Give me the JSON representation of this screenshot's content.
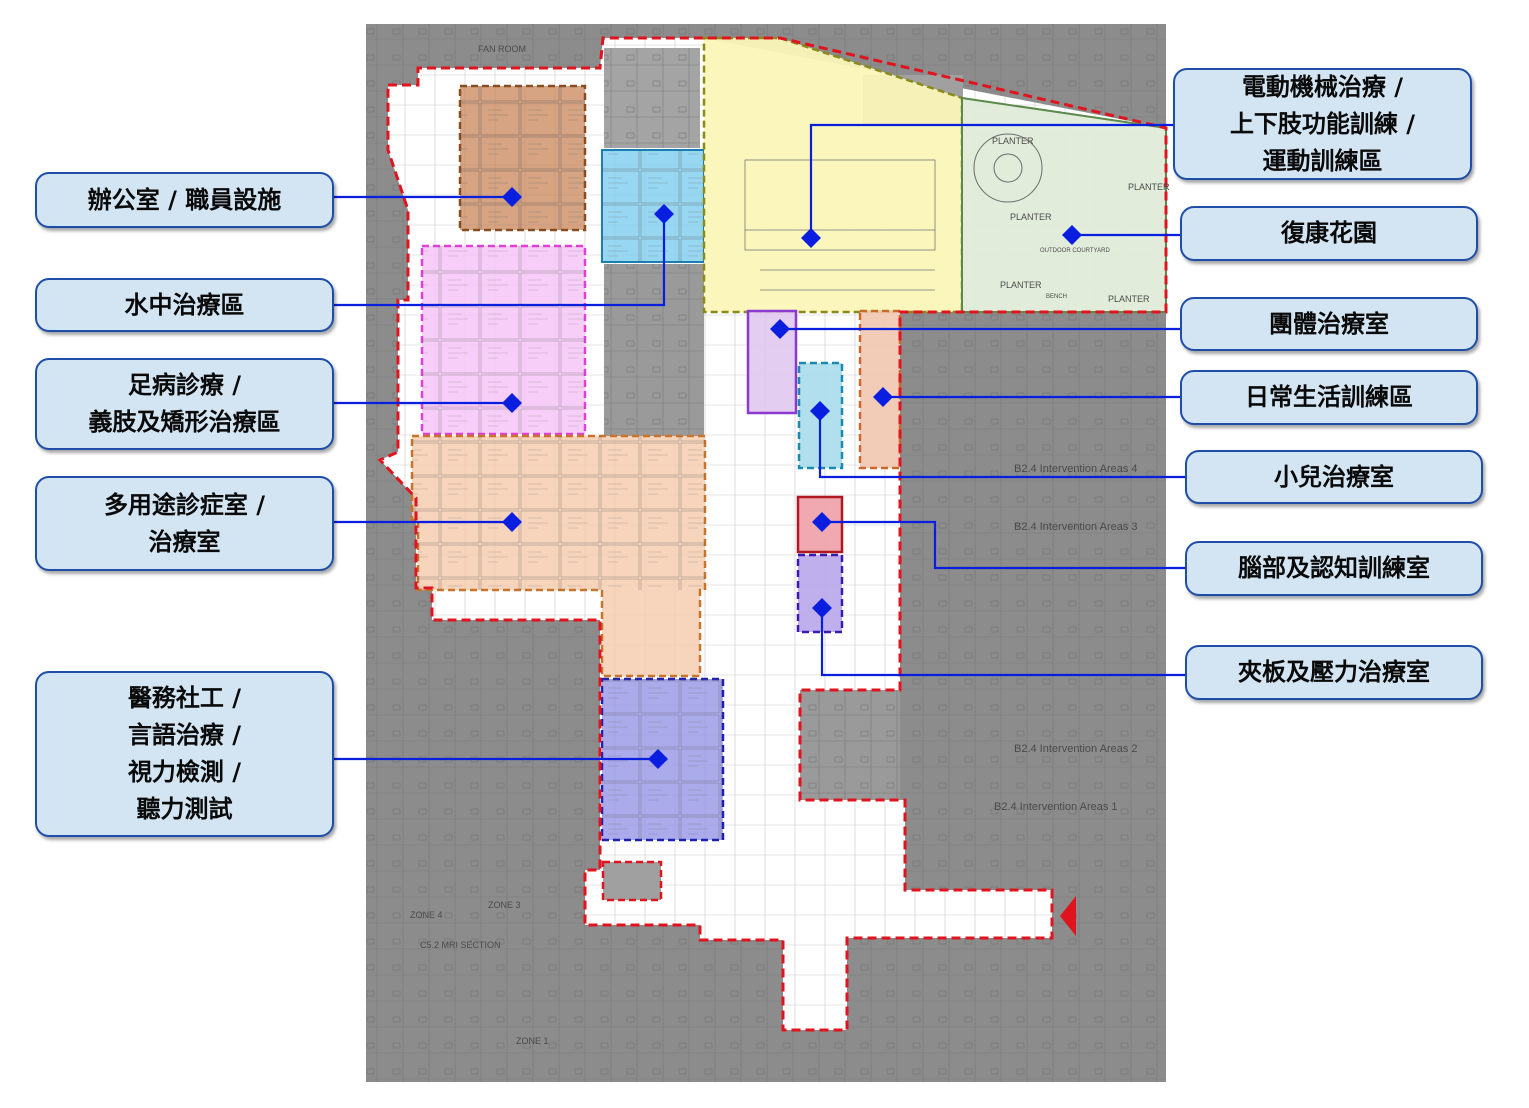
{
  "labels": {
    "office": [
      "辦公室 / 職員設施"
    ],
    "hydrotherapy": [
      "水中治療區"
    ],
    "podiatry": [
      "足病診療 /",
      "義肢及矯形治療區"
    ],
    "multipurpose": [
      "多用途診症室 /",
      "治療室"
    ],
    "social_work": [
      "醫務社工 /",
      "言語治療 /",
      "視力檢測 /",
      "聽力測試"
    ],
    "motor_training": [
      "電動機械治療 /",
      "上下肢功能訓練 /",
      "運動訓練區"
    ],
    "garden": [
      "復康花園"
    ],
    "group_therapy": [
      "團體治療室"
    ],
    "adl_training": [
      "日常生活訓練區"
    ],
    "paediatric": [
      "小兒治療室"
    ],
    "cognitive": [
      "腦部及認知訓練室"
    ],
    "splint_pressure": [
      "夾板及壓力治療室"
    ]
  },
  "plan_text": {
    "fan_room": "FAN ROOM",
    "planter": "PLANTER",
    "outdoor_courtyard": "OUTDOOR COURTYARD",
    "bench": "BENCH",
    "zone_1": "ZONE 1",
    "zone_3": "ZONE 3",
    "zone_4": "ZONE 4",
    "mri_section": "C5.2 MRI SECTION",
    "intervention_4": "B2.4  Intervention Areas 4",
    "intervention_3": "B2.4  Intervention Areas 3",
    "intervention_2": "B2.4  Intervention Areas 2",
    "intervention_1": "B2.4  Intervention Areas 1"
  },
  "colors": {
    "label_fill": "#d3e5f3",
    "label_border": "#1f4ea8",
    "leader_line": "#0a1ee0",
    "boundary_red": "#e0141e",
    "office_fill": "#c8865a",
    "hydro_fill": "#86d0ee",
    "podiatry_fill": "#f6c6f6",
    "multipurpose_fill": "#f6ceb2",
    "social_work_fill": "#9c9ce8",
    "motor_fill": "#fbf7b8",
    "garden_fill": "#dfecd8",
    "group_fill": "#e0c8ee",
    "adl_fill": "#f2c6b0",
    "paediatric_fill": "#a8dcec",
    "cognitive_fill": "#eea0a8",
    "splint_fill": "#b8a6ea",
    "outside_grey": "#8c8c8c"
  }
}
